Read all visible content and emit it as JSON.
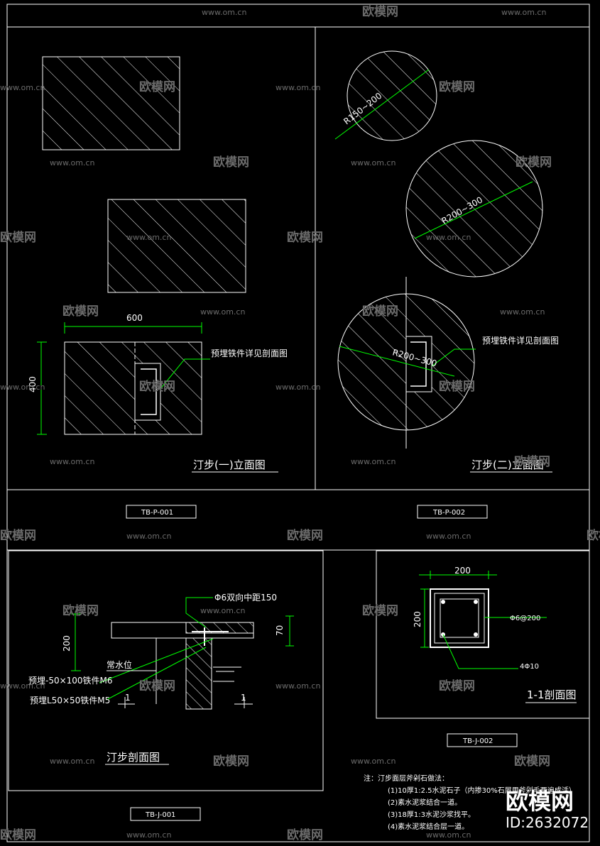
{
  "panels": {
    "p001": {
      "dim_width": "600",
      "dim_height": "400",
      "leader_note": "预埋铁件详见剖面图",
      "title": "汀步(一)立面图",
      "code": "TB-P-001"
    },
    "p002": {
      "radius_small": "R150~200",
      "radius_mid": "R200~300",
      "radius_big": "R200~300",
      "leader_note": "预埋铁件详见剖面图",
      "title": "汀步(二)立面图",
      "code": "TB-P-002"
    },
    "j001": {
      "rebar_note": "Φ6双向中距150",
      "dim_70": "70",
      "dim_200": "200",
      "water_level": "常水位",
      "embed1": "预埋-50×100铁件M6",
      "embed2": "预埋L50×50铁件M5",
      "section_mark": "1",
      "title": "汀步剖面图",
      "code": "TB-J-001"
    },
    "j002": {
      "dim_w": "200",
      "dim_h": "200",
      "stirrup": "Φ6@200",
      "main_bar": "4Φ10",
      "title": "1-1剖面图",
      "code": "TB-J-002"
    }
  },
  "notes": {
    "heading": "注：汀步面层斧剁石做法：",
    "lines": [
      "(1)10厚1:2.5水泥石子（内掺30%石屑用斧剁毛两遍成活）",
      "(2)素水泥浆结合一道。",
      "(3)18厚1:3水泥沙浆找平。",
      "(4)素水泥浆结合层一道。"
    ]
  },
  "watermark": {
    "url": "www.om.cn",
    "brand": "欧模网",
    "id": "ID:2632072"
  },
  "colors": {
    "background": "#000000",
    "line": "#ffffff",
    "dimension": "#00ff00"
  }
}
